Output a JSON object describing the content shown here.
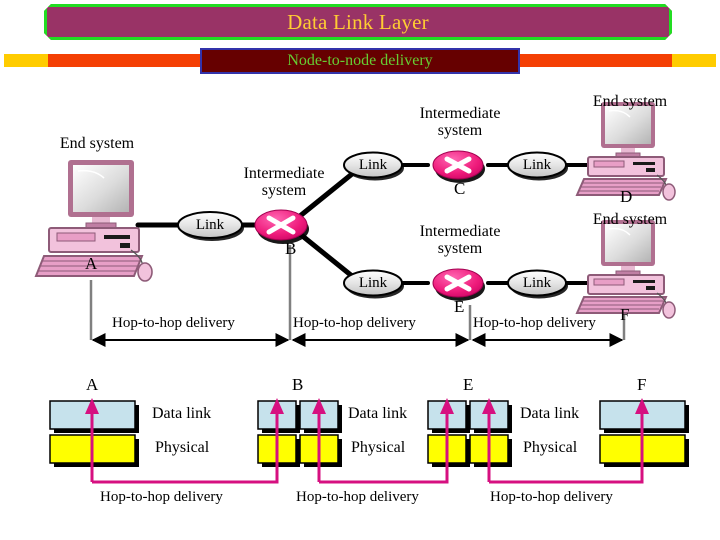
{
  "slide": {
    "title": "Data Link Layer",
    "subtitle": "Node-to-node delivery",
    "title_bg": "#993366",
    "title_border": "#22dd22",
    "title_fg": "#ffcc33",
    "subtitle_bg": "#660000",
    "subtitle_border": "#3333aa",
    "subtitle_fg": "#66cc33",
    "accent_gold": "#ffcc00",
    "accent_red": "#f43f04"
  },
  "network": {
    "end_system_label": "End system",
    "intermediate_system_label_line1": "Intermediate",
    "intermediate_system_label_line2": "system",
    "link_label": "Link",
    "nodes": [
      {
        "id": "A",
        "letter": "A",
        "kind": "end-system",
        "caption": "End system"
      },
      {
        "id": "B",
        "letter": "B",
        "kind": "router",
        "caption": "Intermediate system"
      },
      {
        "id": "C",
        "letter": "C",
        "kind": "router",
        "caption": "Intermediate system"
      },
      {
        "id": "D",
        "letter": "D",
        "kind": "end-system",
        "caption": "End system"
      },
      {
        "id": "E",
        "letter": "E",
        "kind": "router",
        "caption": "Intermediate system"
      },
      {
        "id": "F",
        "letter": "F",
        "kind": "end-system",
        "caption": "End system"
      }
    ],
    "links": [
      {
        "from": "A",
        "to": "B",
        "label": "Link"
      },
      {
        "from": "B",
        "to": "C",
        "label": "Link"
      },
      {
        "from": "C",
        "to": "D",
        "label": "Link"
      },
      {
        "from": "B",
        "to": "E",
        "label": "Link"
      },
      {
        "from": "E",
        "to": "F",
        "label": "Link"
      }
    ],
    "hop_spans": [
      {
        "label": "Hop-to-hop delivery",
        "from": "A",
        "to": "B"
      },
      {
        "label": "Hop-to-hop delivery",
        "from": "B",
        "to": "E"
      },
      {
        "label": "Hop-to-hop delivery",
        "from": "E",
        "to": "F"
      }
    ]
  },
  "stacks": {
    "layer_names": [
      "Data link",
      "Physical"
    ],
    "data_link_color": "#c6e2ec",
    "physical_color": "#ffff00",
    "arrow_color": "#d61080",
    "columns": [
      {
        "letter": "A",
        "stack_count": 1,
        "layers": [
          "Data link",
          "Physical"
        ]
      },
      {
        "letter": "B",
        "stack_count": 2,
        "layers": [
          "Data link",
          "Physical"
        ]
      },
      {
        "letter": "E",
        "stack_count": 2,
        "layers": [
          "Data link",
          "Physical"
        ]
      },
      {
        "letter": "F",
        "stack_count": 1,
        "layers": [
          "Data link",
          "Physical"
        ]
      }
    ],
    "layer_text_groups": [
      {
        "data_link": "Data link",
        "physical": "Physical"
      },
      {
        "data_link": "Data link",
        "physical": "Physical"
      },
      {
        "data_link": "Data link",
        "physical": "Physical"
      }
    ],
    "hop_labels": [
      "Hop-to-hop delivery",
      "Hop-to-hop delivery",
      "Hop-to-hop delivery"
    ]
  }
}
